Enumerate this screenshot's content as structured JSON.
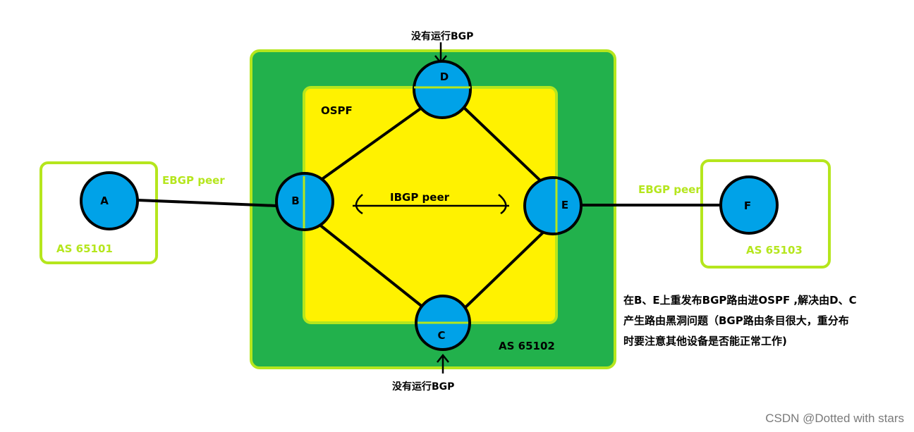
{
  "areas": {
    "as_65101": "AS 65101",
    "as_65102": "AS 65102",
    "as_65103": "AS 65103",
    "ospf": "OSPF"
  },
  "nodes": {
    "a": "A",
    "b": "B",
    "c": "C",
    "d": "D",
    "e": "E",
    "f": "F"
  },
  "links": {
    "ebgp_left": "EBGP peer",
    "ebgp_right": "EBGP peer",
    "ibgp": "IBGP peer"
  },
  "annotations": {
    "d_note": "没有运行BGP",
    "c_note": "没有运行BGP",
    "solution": [
      "在B、E上重发布BGP路由进OSPF ,解决由D、C",
      "产生路由黑洞问题（BGP路由条目很大，重分布",
      "时要注意其他设备是否能正常工作)"
    ]
  },
  "watermark": "CSDN @Dotted with stars",
  "colors": {
    "as_border": "#b5e61d",
    "as_fill": "#22b14c",
    "ospf_fill": "#fff200",
    "node_fill": "#00a2e8",
    "edge": "#000000"
  }
}
